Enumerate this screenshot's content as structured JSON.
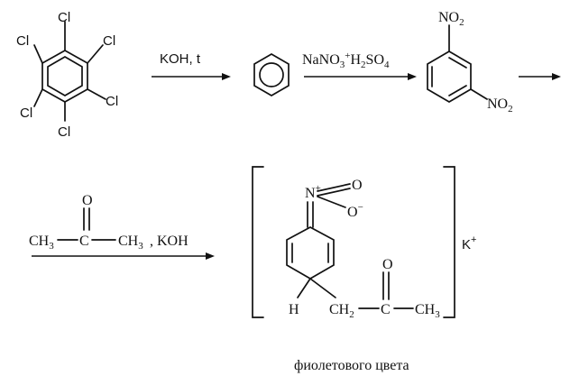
{
  "step1": {
    "reactant_substituent": "Cl",
    "reagent": "KOH, t"
  },
  "step2": {
    "reagent_a": "NaNO",
    "reagent_a_sub": "3",
    "reagent_plus": "+",
    "reagent_b": "H",
    "reagent_b_sub": "2",
    "reagent_c": "SO",
    "reagent_c_sub": "4"
  },
  "dinitro": {
    "group": "NO",
    "group_sub": "2"
  },
  "step3": {
    "acetone_o": "O",
    "acetone_left": "CH",
    "acetone_left_sub": "3",
    "acetone_c": "C",
    "acetone_right": "CH",
    "acetone_right_sub": "3",
    "base": ", KOH"
  },
  "product": {
    "n_atom": "N",
    "n_charge": "+",
    "o_top": "O",
    "o_bottom": "O",
    "o_charge": "−",
    "h_atom": "H",
    "ch2": "CH",
    "ch2_sub": "2",
    "c_atom": "C",
    "o_carbonyl": "O",
    "ch3": "CH",
    "ch3_sub": "3",
    "counter_ion": "K",
    "counter_charge": "+"
  },
  "caption": "фиолетового цвета"
}
